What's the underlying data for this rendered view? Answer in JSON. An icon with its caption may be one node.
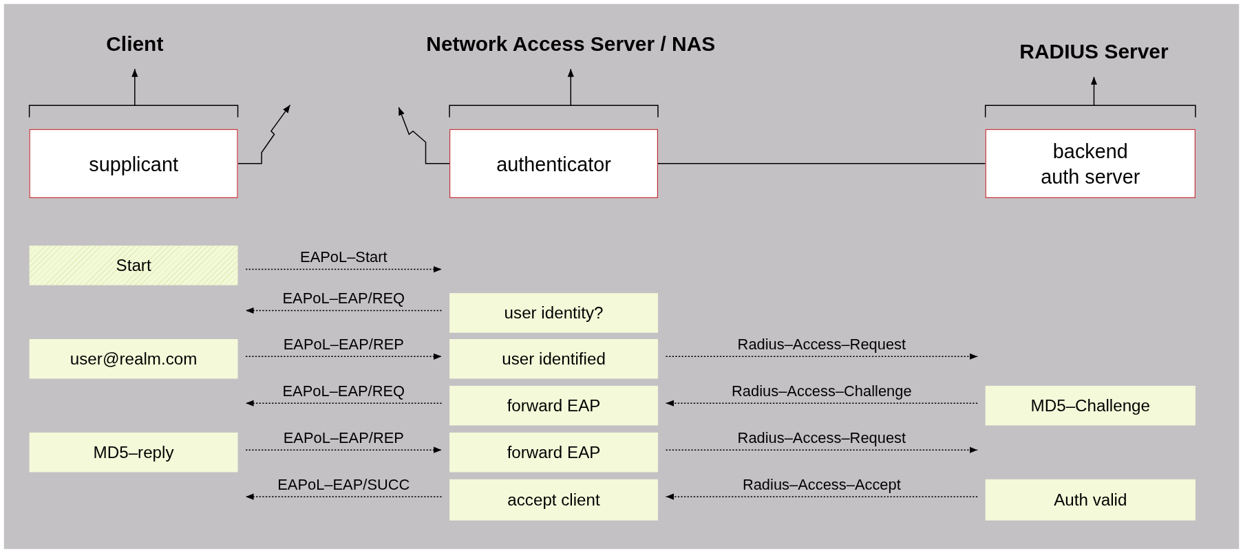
{
  "diagram": {
    "nodes": [
      {
        "text": [
          "Client"
        ]
      },
      {
        "text": [
          "Network Access Server / NAS"
        ]
      },
      {
        "text": [
          "RADIUS Server"
        ]
      },
      {
        "text": [
          "supplicant"
        ]
      },
      {
        "text": [
          "authenticator"
        ]
      },
      {
        "text": [
          "backend auth server"
        ]
      },
      {
        "text": [
          "Start"
        ]
      },
      {
        "text": [
          "user identity?"
        ]
      },
      {
        "text": [
          "user@realm.com"
        ]
      },
      {
        "text": [
          "user identified"
        ]
      },
      {
        "text": [
          "forward EAP"
        ]
      },
      {
        "text": [
          "MD5–Challenge"
        ]
      },
      {
        "text": [
          "MD5–reply"
        ]
      },
      {
        "text": [
          "forward EAP"
        ]
      },
      {
        "text": [
          "accept client"
        ]
      },
      {
        "text": [
          "Auth valid"
        ]
      }
    ],
    "edges": [
      {
        "from": 3,
        "to": 0,
        "arrow": "to"
      },
      {
        "from": 4,
        "to": 1,
        "arrow": "to"
      },
      {
        "from": 5,
        "to": 2,
        "arrow": "to"
      },
      {
        "from": 3,
        "to": null,
        "arrow": "to"
      },
      {
        "from": 4,
        "to": null,
        "arrow": "to"
      },
      {
        "from": 4,
        "to": 5,
        "arrow": "none"
      },
      {
        "from": 6,
        "to": 7,
        "arrow": "to",
        "label": "EAPoL–Start",
        "style": "dashed"
      },
      {
        "from": 7,
        "to": 6,
        "arrow": "to",
        "label": "EAPoL–EAP/REQ",
        "style": "dashed"
      },
      {
        "from": 8,
        "to": 9,
        "arrow": "to",
        "label": "EAPoL–EAP/REP",
        "style": "dashed"
      },
      {
        "from": 9,
        "to": 11,
        "arrow": "to",
        "label": "Radius–Access–Request",
        "style": "dashed"
      },
      {
        "from": 10,
        "to": 8,
        "arrow": "to",
        "label": "EAPoL–EAP/REQ",
        "style": "dashed"
      },
      {
        "from": 11,
        "to": 10,
        "arrow": "to",
        "label": "Radius–Access–Challenge",
        "style": "dashed"
      },
      {
        "from": 12,
        "to": 13,
        "arrow": "to",
        "label": "EAPoL–EAP/REP",
        "style": "dashed"
      },
      {
        "from": 13,
        "to": 11,
        "arrow": "to",
        "label": "Radius–Access–Request",
        "style": "dashed"
      },
      {
        "from": 14,
        "to": 12,
        "arrow": "to",
        "label": "EAPoL–EAP/SUCC",
        "style": "dashed"
      },
      {
        "from": 15,
        "to": 14,
        "arrow": "to",
        "label": "Radius–Access–Accept",
        "style": "dashed"
      }
    ]
  }
}
